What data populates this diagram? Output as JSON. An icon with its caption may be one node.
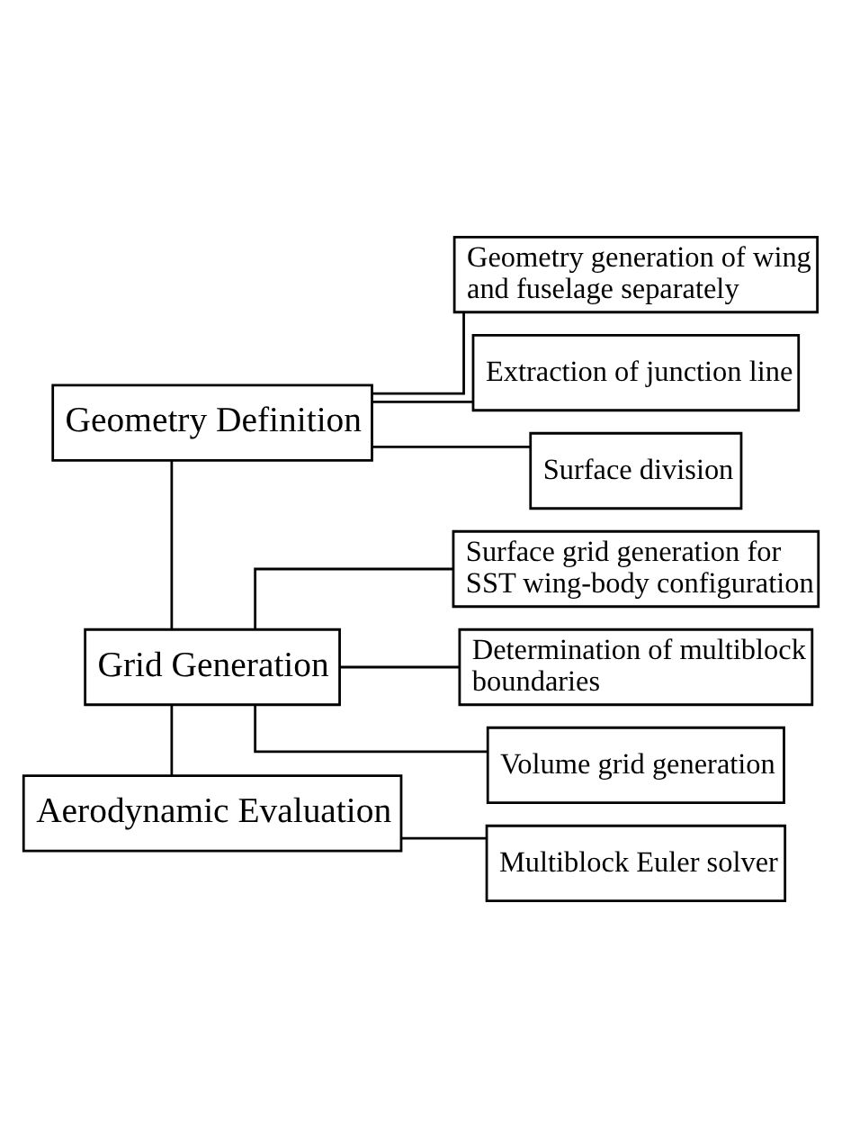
{
  "diagram": {
    "nodes": [
      {
        "text": [
          "Geometry Definition"
        ]
      },
      {
        "text": [
          "Geometry generation of wing and fuselage separately"
        ]
      },
      {
        "text": [
          "Extraction of junction line"
        ]
      },
      {
        "text": [
          "Surface division"
        ]
      },
      {
        "text": [
          "Grid Generation"
        ]
      },
      {
        "text": [
          "Surface grid generation for SST wing-body configuration"
        ]
      },
      {
        "text": [
          "Determination of multiblock boundaries"
        ]
      },
      {
        "text": [
          "Volume grid generation"
        ]
      },
      {
        "text": [
          "Aerodynamic Evaluation"
        ]
      },
      {
        "text": [
          "Multiblock Euler solver"
        ]
      }
    ],
    "edges": [
      {
        "from": 0,
        "to": 1,
        "arrow": "none"
      },
      {
        "from": 0,
        "to": 2,
        "arrow": "none"
      },
      {
        "from": 0,
        "to": 3,
        "arrow": "none"
      },
      {
        "from": 0,
        "to": 4,
        "arrow": "none"
      },
      {
        "from": 4,
        "to": 5,
        "arrow": "none"
      },
      {
        "from": 4,
        "to": 6,
        "arrow": "none"
      },
      {
        "from": 4,
        "to": 7,
        "arrow": "none"
      },
      {
        "from": 4,
        "to": 8,
        "arrow": "none"
      },
      {
        "from": 8,
        "to": 9,
        "arrow": "none"
      }
    ]
  }
}
